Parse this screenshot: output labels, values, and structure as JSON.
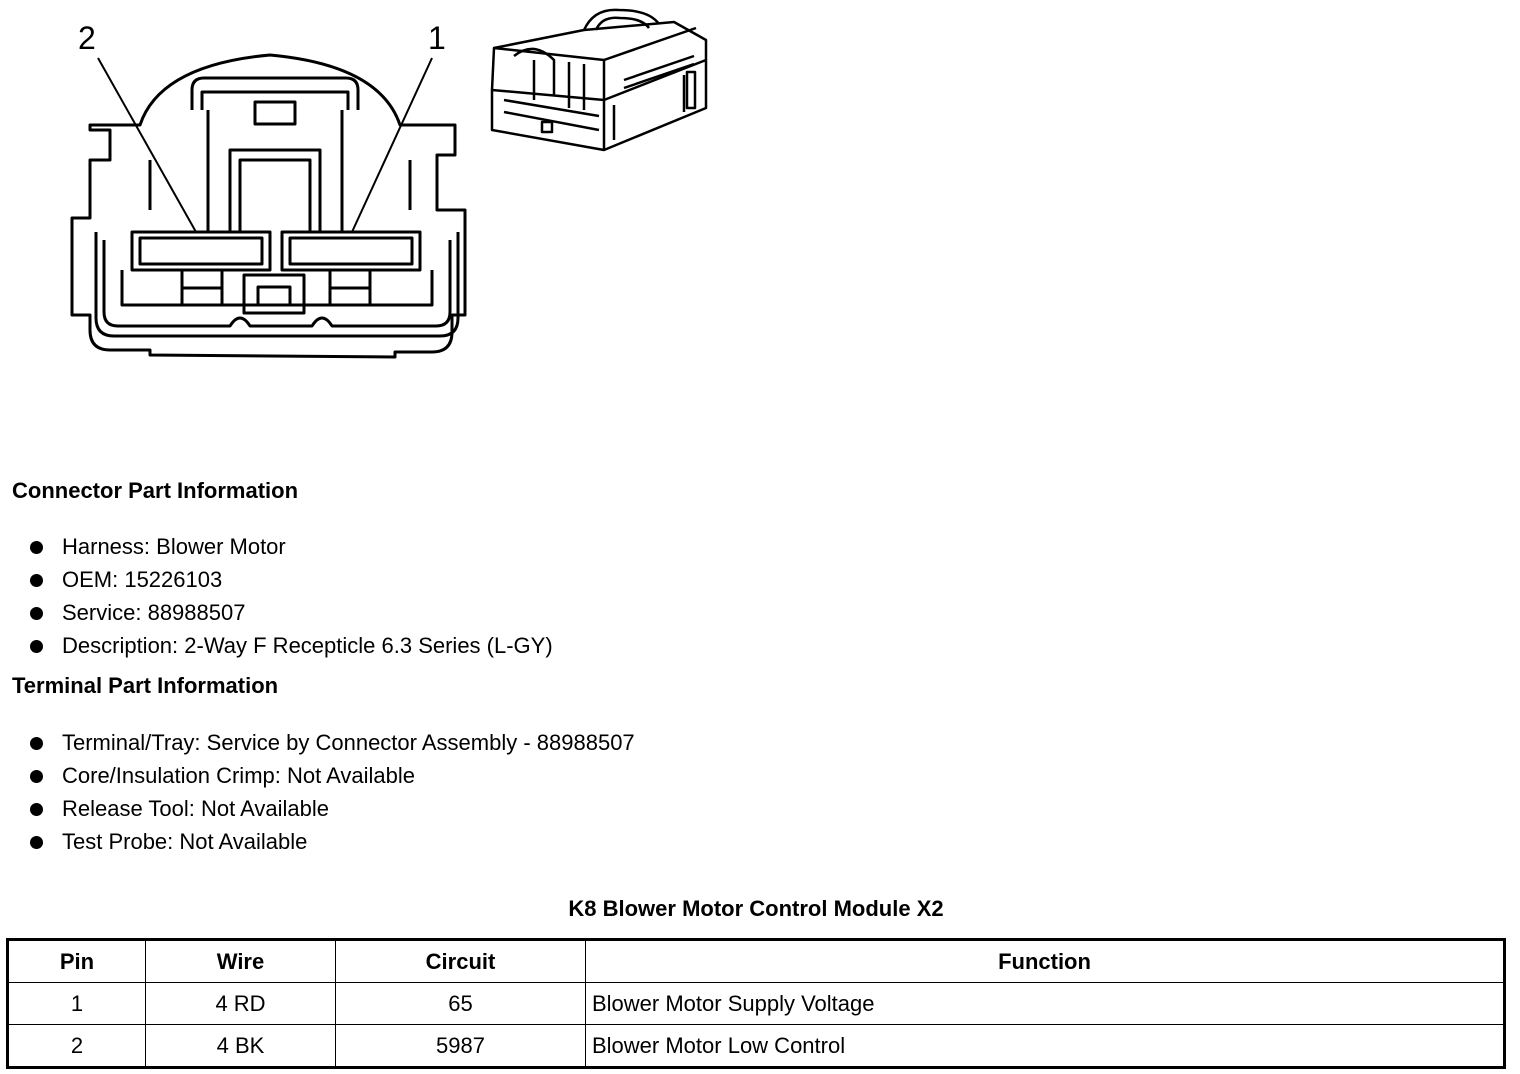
{
  "diagram": {
    "pin_labels": [
      "2",
      "1"
    ]
  },
  "connector_info": {
    "title": "Connector Part Information",
    "items": [
      "Harness: Blower Motor",
      "OEM: 15226103",
      "Service: 88988507",
      "Description: 2-Way F Recepticle 6.3 Series (L-GY)"
    ]
  },
  "terminal_info": {
    "title": "Terminal Part Information",
    "items": [
      "Terminal/Tray: Service by Connector Assembly - 88988507",
      "Core/Insulation Crimp: Not Available",
      "Release Tool: Not Available",
      "Test Probe: Not Available"
    ]
  },
  "table": {
    "title": "K8 Blower Motor Control Module X2",
    "headers": [
      "Pin",
      "Wire",
      "Circuit",
      "Function"
    ],
    "rows": [
      [
        "1",
        "4 RD",
        "65",
        "Blower Motor Supply Voltage"
      ],
      [
        "2",
        "4 BK",
        "5987",
        "Blower Motor Low Control"
      ]
    ]
  }
}
